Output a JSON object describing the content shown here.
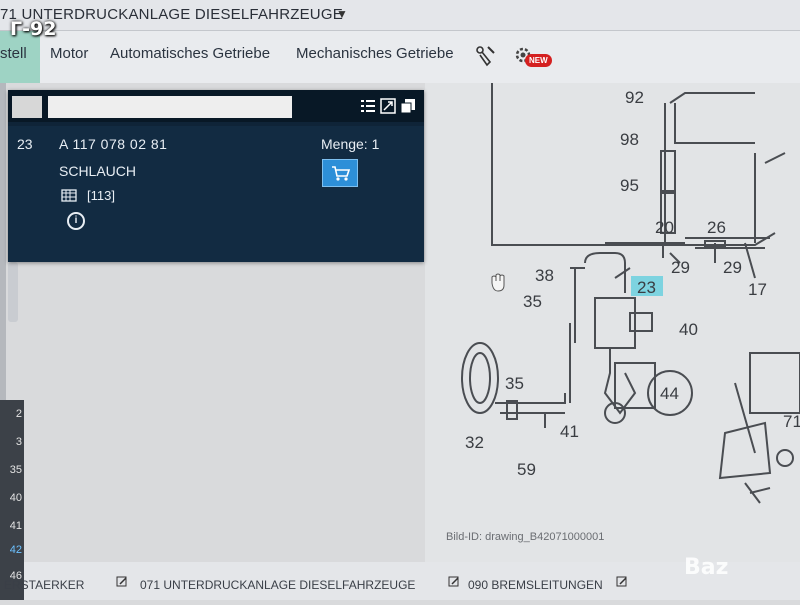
{
  "header": {
    "title": "71 UNTERDRUCKANLAGE DIESELFAHRZEUGE",
    "overlay_label": "Г-92"
  },
  "tabs": [
    {
      "label": "stell"
    },
    {
      "label": "Motor"
    },
    {
      "label": "Automatisches Getriebe"
    },
    {
      "label": "Mechanisches Getriebe"
    }
  ],
  "new_badge": "NEW",
  "panel": {
    "item_number": "23",
    "part_number": "A 117 078 02 81",
    "part_name": "SCHLAUCH",
    "reference": "[113]",
    "quantity": "Menge: 1",
    "info_glyph": "i"
  },
  "row_numbers": [
    "2",
    "3",
    "35",
    "40",
    "41",
    "42",
    "46"
  ],
  "drawing": {
    "labels": [
      "92",
      "98",
      "95",
      "20",
      "26",
      "29",
      "29",
      "17",
      "38",
      "35",
      "23",
      "40",
      "44",
      "35",
      "32",
      "41",
      "59",
      "71"
    ],
    "highlight_label": "23",
    "bild_id": "Bild-ID: drawing_B42071000001"
  },
  "breadcrumbs": [
    {
      "label": "ERSTAERKER"
    },
    {
      "label": "071 UNTERDRUCKANLAGE DIESELFAHRZEUGE"
    },
    {
      "label": "090 BREMSLEITUNGEN"
    }
  ],
  "watermark": "Baz",
  "colors": {
    "panel": "#122b42",
    "active_tab": "#9ed3c4",
    "highlight": "#7dd3e0",
    "cart": "#2d8fd8"
  }
}
